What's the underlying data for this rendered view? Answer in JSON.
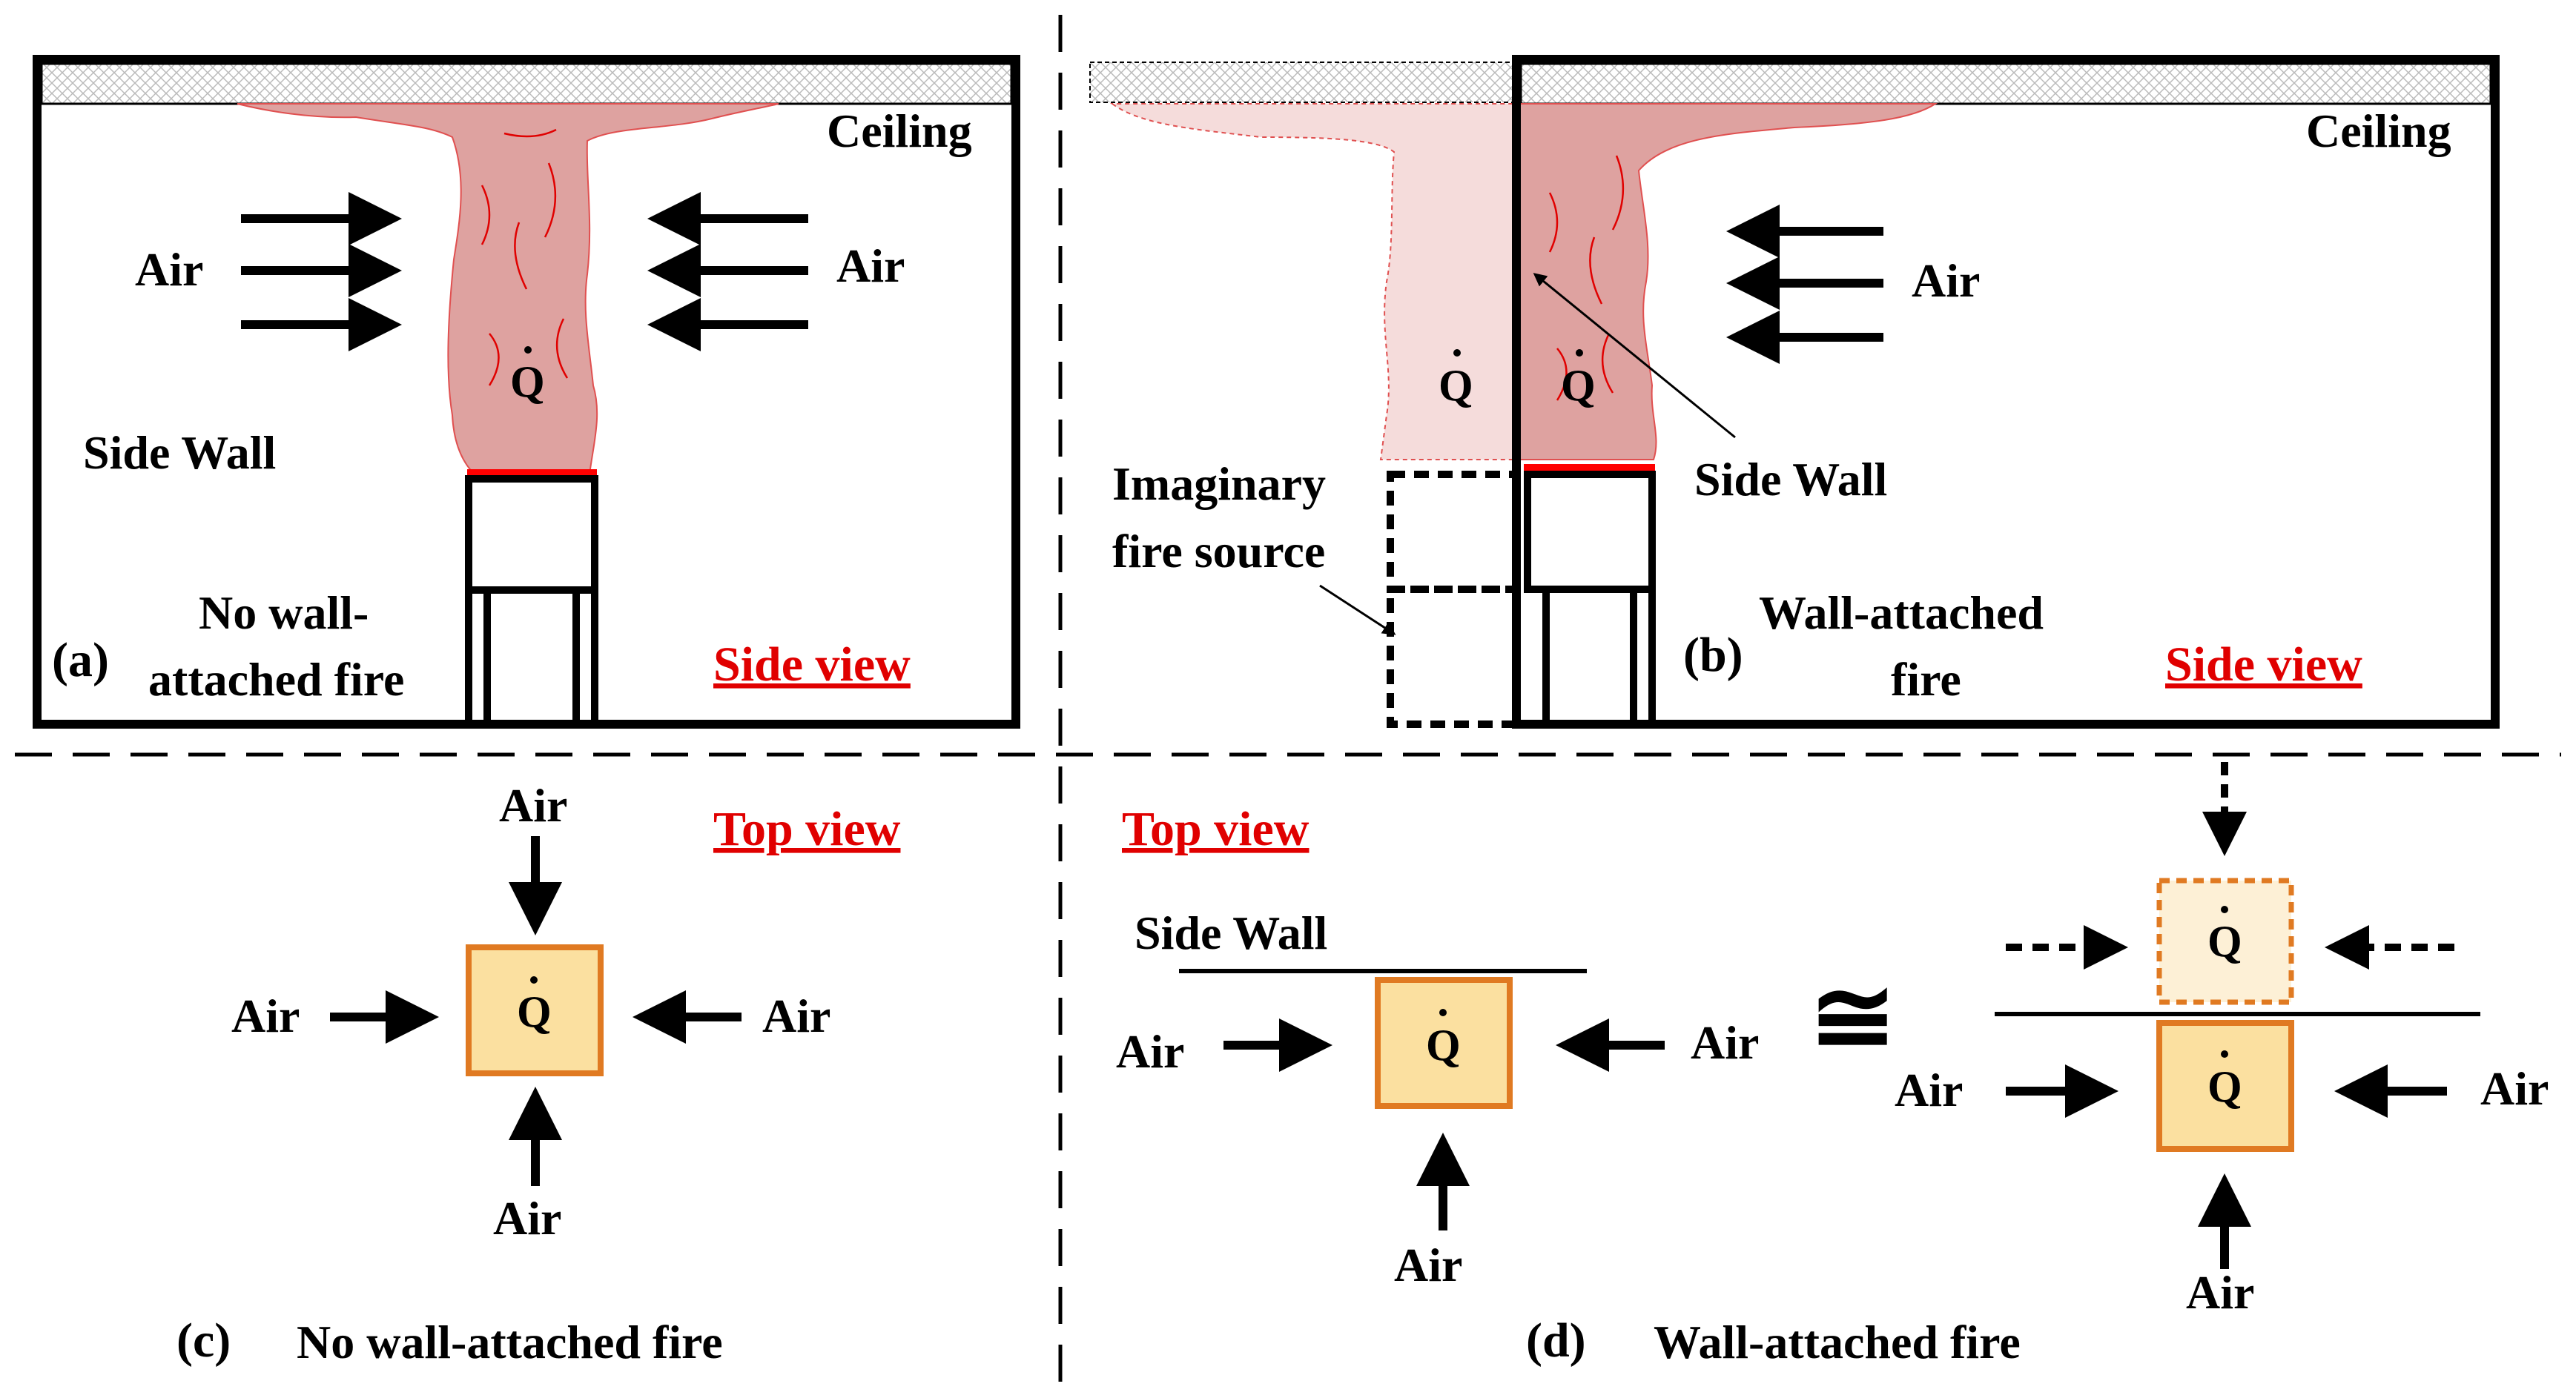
{
  "panel_a": {
    "ceiling": "Ceiling",
    "air_left": "Air",
    "air_right": "Air",
    "side_wall": "Side Wall",
    "q": "Q",
    "tag": "(a)",
    "caption_line1": "No wall-",
    "caption_line2": "attached fire",
    "view": "Side view"
  },
  "panel_b": {
    "ceiling": "Ceiling",
    "air": "Air",
    "side_wall": "Side Wall",
    "q_imaginary": "Q",
    "q_real": "Q",
    "imaginary_line1": "Imaginary",
    "imaginary_line2": "fire source",
    "tag": "(b)",
    "caption_line1": "Wall-attached",
    "caption_line2": "fire",
    "view": "Side view"
  },
  "panel_c": {
    "view": "Top view",
    "air_top": "Air",
    "air_left": "Air",
    "air_right": "Air",
    "air_bottom": "Air",
    "q": "Q",
    "tag": "(c)",
    "caption": "No wall-attached fire"
  },
  "panel_d": {
    "view": "Top view",
    "side_wall": "Side Wall",
    "air_left": "Air",
    "air_right": "Air",
    "air_bottom": "Air",
    "q": "Q",
    "equiv": "≅",
    "q_imaginary": "Q",
    "q_real": "Q",
    "air_left2": "Air",
    "air_right2": "Air",
    "air_bottom2": "Air",
    "tag": "(d)",
    "caption": "Wall-attached fire"
  },
  "colors": {
    "flame": "#dea2a0",
    "flame_light": "#f5dcdb",
    "burner": "#ff0000",
    "view_label": "#e00000",
    "fire_fill": "#fbe0a0",
    "fire_stroke": "#e07a22",
    "imaginary_fill": "#fdf0d6"
  }
}
